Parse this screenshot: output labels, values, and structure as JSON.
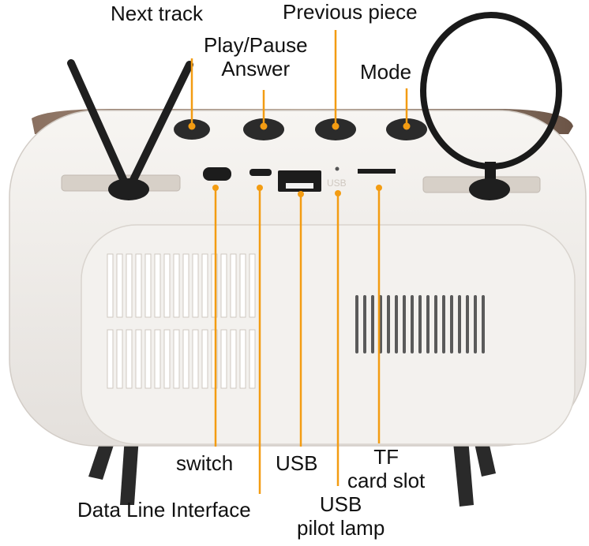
{
  "labels": {
    "next_track": "Next track",
    "previous_piece": "Previous piece",
    "play_pause": "Play/Pause",
    "answer": "Answer",
    "mode": "Mode",
    "switch": "switch",
    "usb": "USB",
    "tf_line1": "TF",
    "tf_line2": "card slot",
    "data_line": "Data Line Interface",
    "usb_lamp_line1": "USB",
    "usb_lamp_line2": "pilot lamp"
  },
  "device_prints": {
    "port_usb_print": "USB"
  },
  "colors": {
    "leader_line": "#f39c12",
    "body": "#eeeae6",
    "panel": "#f3f1ee",
    "antenna": "#1f1f1f"
  }
}
